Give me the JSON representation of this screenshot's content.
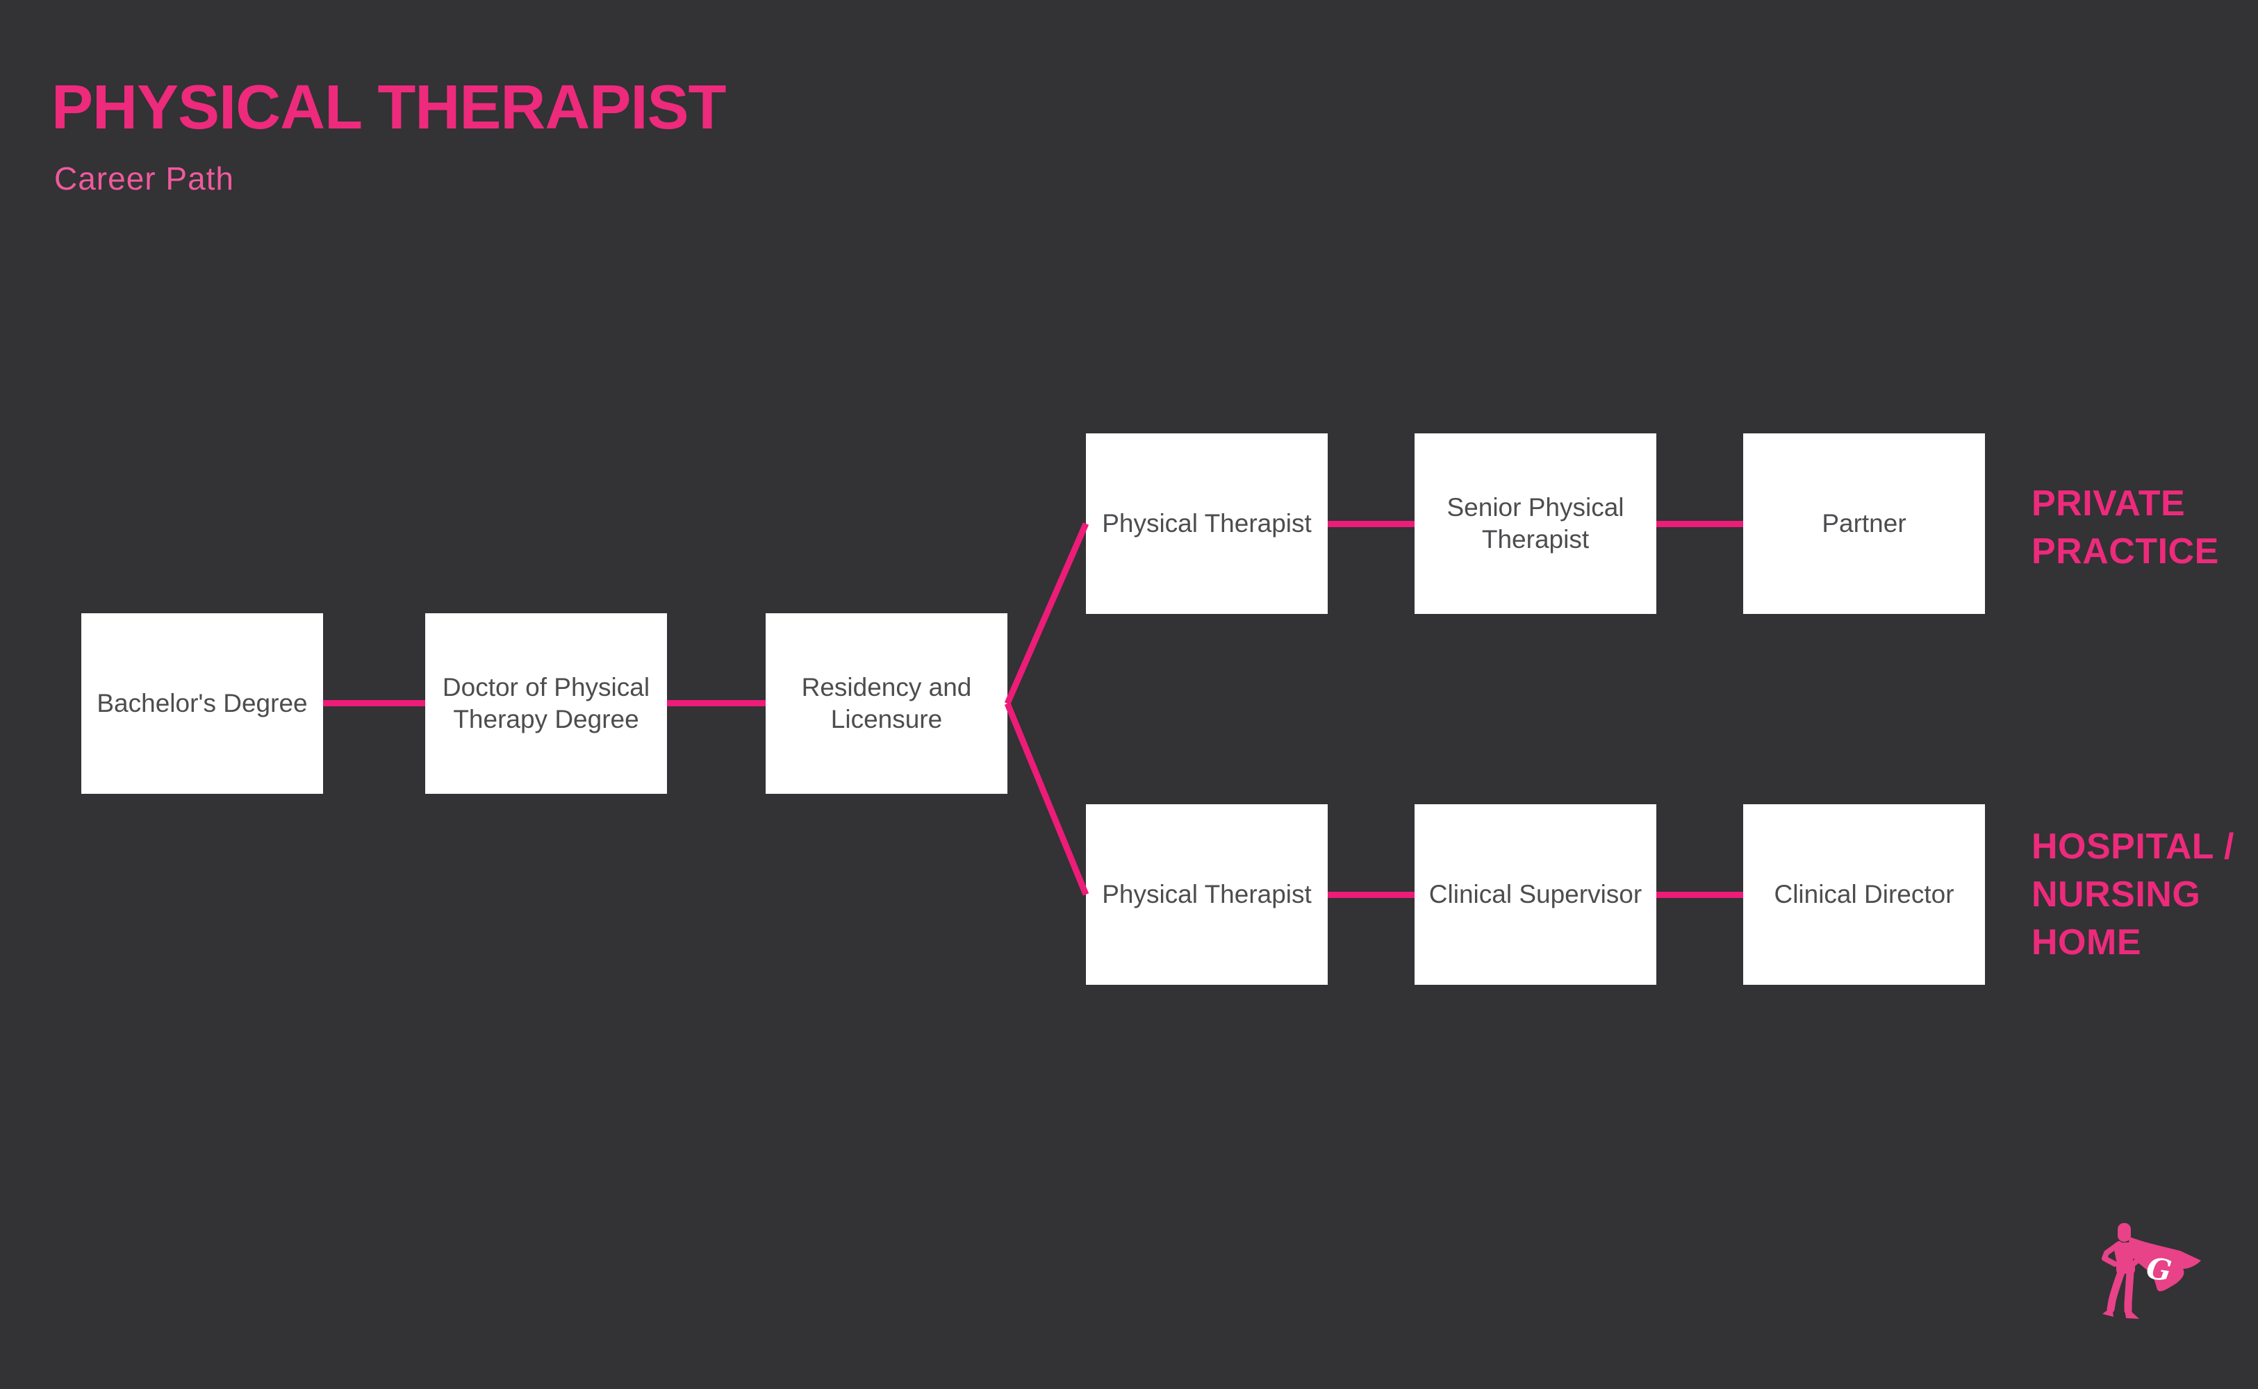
{
  "header": {
    "title": "PHYSICAL THERAPIST",
    "subtitle": "Career Path"
  },
  "diagram": {
    "base_path": [
      {
        "label": "Bachelor's Degree"
      },
      {
        "label": "Doctor of Physical Therapy Degree"
      },
      {
        "label": "Residency and Licensure"
      }
    ],
    "branches": [
      {
        "name": "PRIVATE PRACTICE",
        "steps": [
          {
            "label": "Physical Therapist"
          },
          {
            "label": "Senior Physical Therapist"
          },
          {
            "label": "Partner"
          }
        ]
      },
      {
        "name": "HOSPITAL / NURSING HOME",
        "steps": [
          {
            "label": "Physical Therapist"
          },
          {
            "label": "Clinical Supervisor"
          },
          {
            "label": "Clinical Director"
          }
        ]
      }
    ]
  },
  "logo": {
    "letter": "G"
  },
  "colors": {
    "background": "#333234",
    "accent_pink": "#ED2A7C",
    "subtitle_pink": "#EF5A9D",
    "connector_pink": "#EC1C78",
    "logo_pink": "#E84289",
    "box_background": "#FFFFFF",
    "box_text": "#4D4D50"
  }
}
